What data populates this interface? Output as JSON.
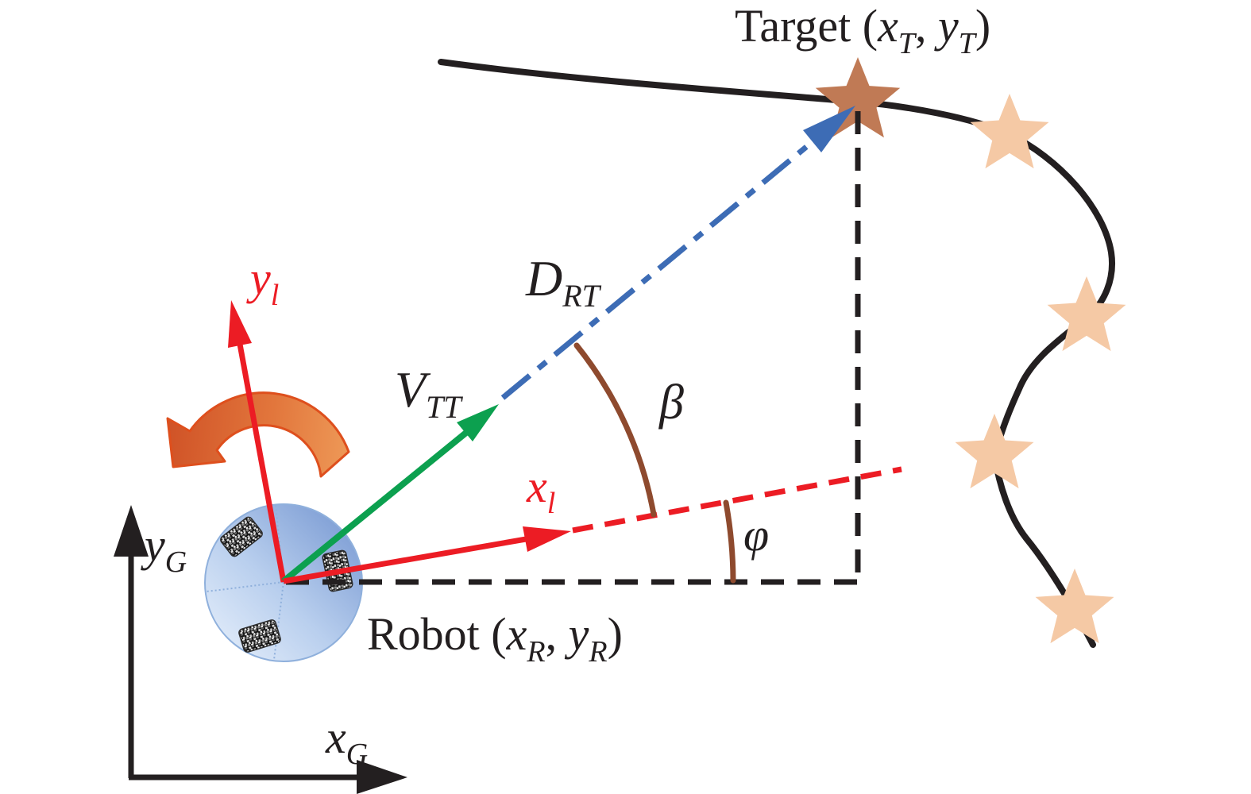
{
  "colors": {
    "red": "#ec1c24",
    "green": "#0ca04f",
    "blue": "#3d6cb5",
    "brown": "#8e4a2e",
    "black": "#231f20",
    "orange_dark": "#d05327",
    "orange_mid": "#e2763c",
    "orange_light": "#ee9a58",
    "orange_outline": "#de4f1d",
    "target_star": "#c07a55",
    "waypoint_star": "#f5c9a5",
    "robot_light": "#eaf2fc",
    "robot_mid": "#b9cfee",
    "robot_dark": "#7193cf",
    "robot_edge": "#8fb0dc",
    "wheel_dark": "#161616",
    "background": "#ffffff"
  },
  "labels": {
    "target": {
      "pre": "Target (",
      "var1": "x",
      "sub1": "T",
      "sep": ", ",
      "var2": "y",
      "sub2": "T",
      "post": ")"
    },
    "robot": {
      "pre": "Robot (",
      "var1": "x",
      "sub1": "R",
      "sep": ", ",
      "var2": "y",
      "sub2": "R",
      "post": ")"
    },
    "distance": {
      "main": "D",
      "sub": "RT"
    },
    "velocity": {
      "main": "V",
      "sub": "TT"
    },
    "beta": "β",
    "phi": "φ",
    "local_x": {
      "main": "x",
      "sub": "l"
    },
    "local_y": {
      "main": "y",
      "sub": "l"
    },
    "global_x": {
      "main": "x",
      "sub": "G"
    },
    "global_y": {
      "main": "y",
      "sub": "G"
    }
  }
}
